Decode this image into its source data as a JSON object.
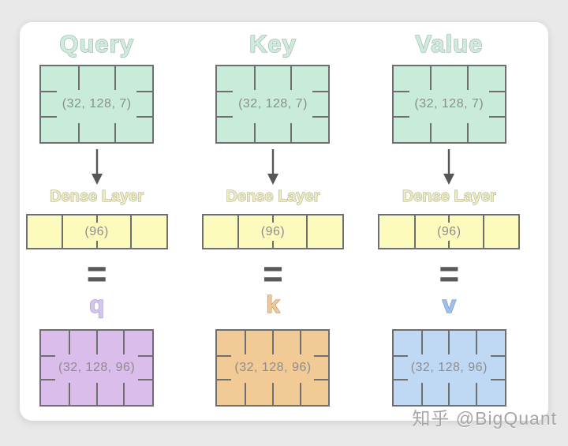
{
  "watermark": "知乎 @BigQuant",
  "colors": {
    "background": "#e9e9e9",
    "card": "#ffffff",
    "border": "#6f6f6f",
    "arrow": "#565656",
    "input_box": "#c9ecda",
    "dense_box": "#fdfabe",
    "output_boxes": [
      "#dabdea",
      "#f2ca96",
      "#bfd9f4"
    ],
    "symbol_fills": [
      "#d5c6ee",
      "#eec997",
      "#9fc0ec"
    ],
    "title_fill": "#cfebdc",
    "dense_label_fill": "#eeecba",
    "box_text": "#8d8d8d"
  },
  "columns": [
    {
      "title": "Query",
      "input_shape": "(32, 128, 7)",
      "dense_label": "Dense Layer",
      "dense_units": "(96)",
      "equals": "=",
      "symbol": "q",
      "output_shape": "(32, 128, 96)"
    },
    {
      "title": "Key",
      "input_shape": "(32, 128, 7)",
      "dense_label": "Dense Layer",
      "dense_units": "(96)",
      "equals": "=",
      "symbol": "k",
      "output_shape": "(32, 128, 96)"
    },
    {
      "title": "Value",
      "input_shape": "(32, 128, 7)",
      "dense_label": "Dense Layer",
      "dense_units": "(96)",
      "equals": "=",
      "symbol": "v",
      "output_shape": "(32, 128, 96)"
    }
  ]
}
